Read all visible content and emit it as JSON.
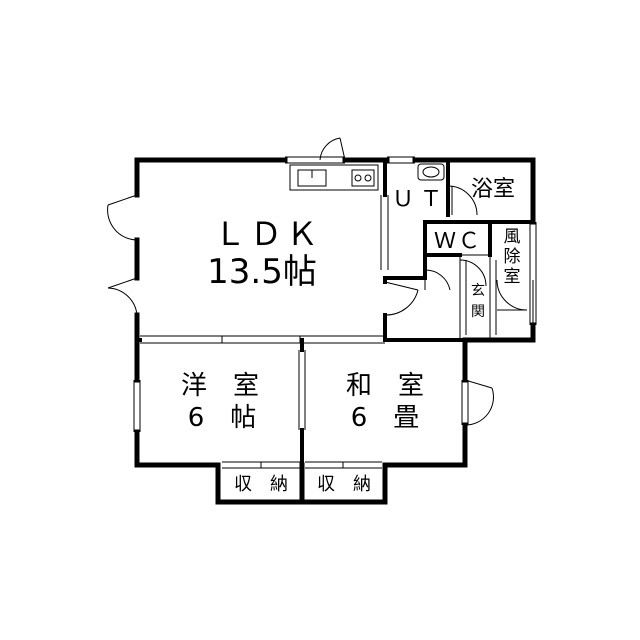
{
  "rooms": {
    "ldk": {
      "name": "ＬＤＫ",
      "size": "13.5帖"
    },
    "western": {
      "name": "洋　室",
      "size": "6　帖"
    },
    "japanese": {
      "name": "和　室",
      "size": "6　畳"
    },
    "ut": {
      "name": "ＵＴ"
    },
    "bath": {
      "name": "浴室"
    },
    "wc": {
      "name": "ＷＣ"
    },
    "windbreak": {
      "l1": "風",
      "l2": "除",
      "l3": "室"
    },
    "entrance": {
      "l1": "玄",
      "l2": "関"
    },
    "storage_left": {
      "name": "収　納"
    },
    "storage_right": {
      "name": "収　納"
    }
  },
  "colors": {
    "wall": "#000000",
    "background": "#ffffff"
  },
  "icons": [
    "kitchen-sink-icon",
    "stove-icon",
    "washbasin-icon"
  ]
}
